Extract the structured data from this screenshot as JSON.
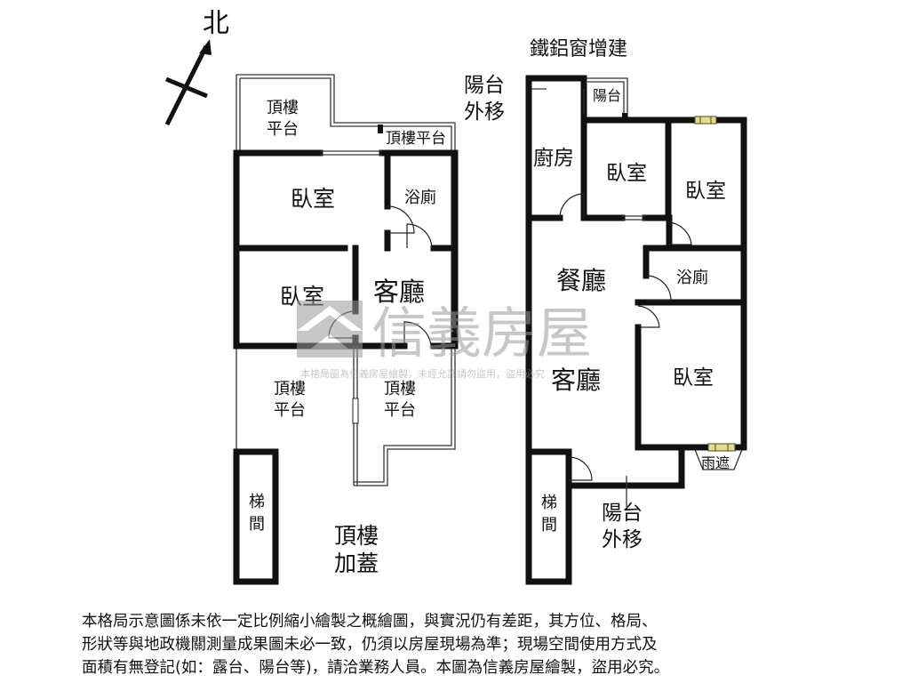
{
  "compass": {
    "north_label": "北"
  },
  "rooftop": {
    "roof_platform_nw": [
      "頂樓",
      "平台"
    ],
    "roof_platform_top": "頂樓平台",
    "bedroom_1": "臥室",
    "bathroom": "浴廁",
    "bedroom_2": "臥室",
    "living_room": "客廳",
    "roof_platform_sw": [
      "頂樓",
      "平台"
    ],
    "roof_platform_se": [
      "頂樓",
      "平台"
    ],
    "stairwell": [
      "梯",
      "間"
    ],
    "rooftop_addition": [
      "頂樓",
      "加蓋"
    ]
  },
  "main_floor": {
    "window_addition": "鐵鋁窗增建",
    "balcony_moved_top": [
      "陽台",
      "外移"
    ],
    "balcony_small": "陽台",
    "kitchen": "廚房",
    "bedroom_1": "臥室",
    "bedroom_2": "臥室",
    "dining_room": "餐廳",
    "bathroom": "浴廁",
    "living_room": "客廳",
    "bedroom_3": "臥室",
    "canopy": "雨遮",
    "stairwell": [
      "梯",
      "間"
    ],
    "balcony_moved_bottom": [
      "陽台",
      "外移"
    ]
  },
  "watermark": {
    "brand": "信義房屋",
    "notice": "本格局圖為信義房屋繪製，未經允許請勿盜用，盜用必究"
  },
  "disclaimer": [
    "本格局示意圖係未依一定比例縮小繪製之概繪圖，與實況仍有差距，其方位、格局、",
    "形狀等與地政機關測量成果圖未必一致，仍須以房屋現場為準；現場空間使用方式及",
    "面積有無登記(如：露台、陽台等)，請洽業務人員。本圖為信義房屋繪製，盜用必究。"
  ],
  "colors": {
    "wall": "#111111",
    "window_yellow": "#e8e07a",
    "watermark": "#9a9a9a"
  }
}
